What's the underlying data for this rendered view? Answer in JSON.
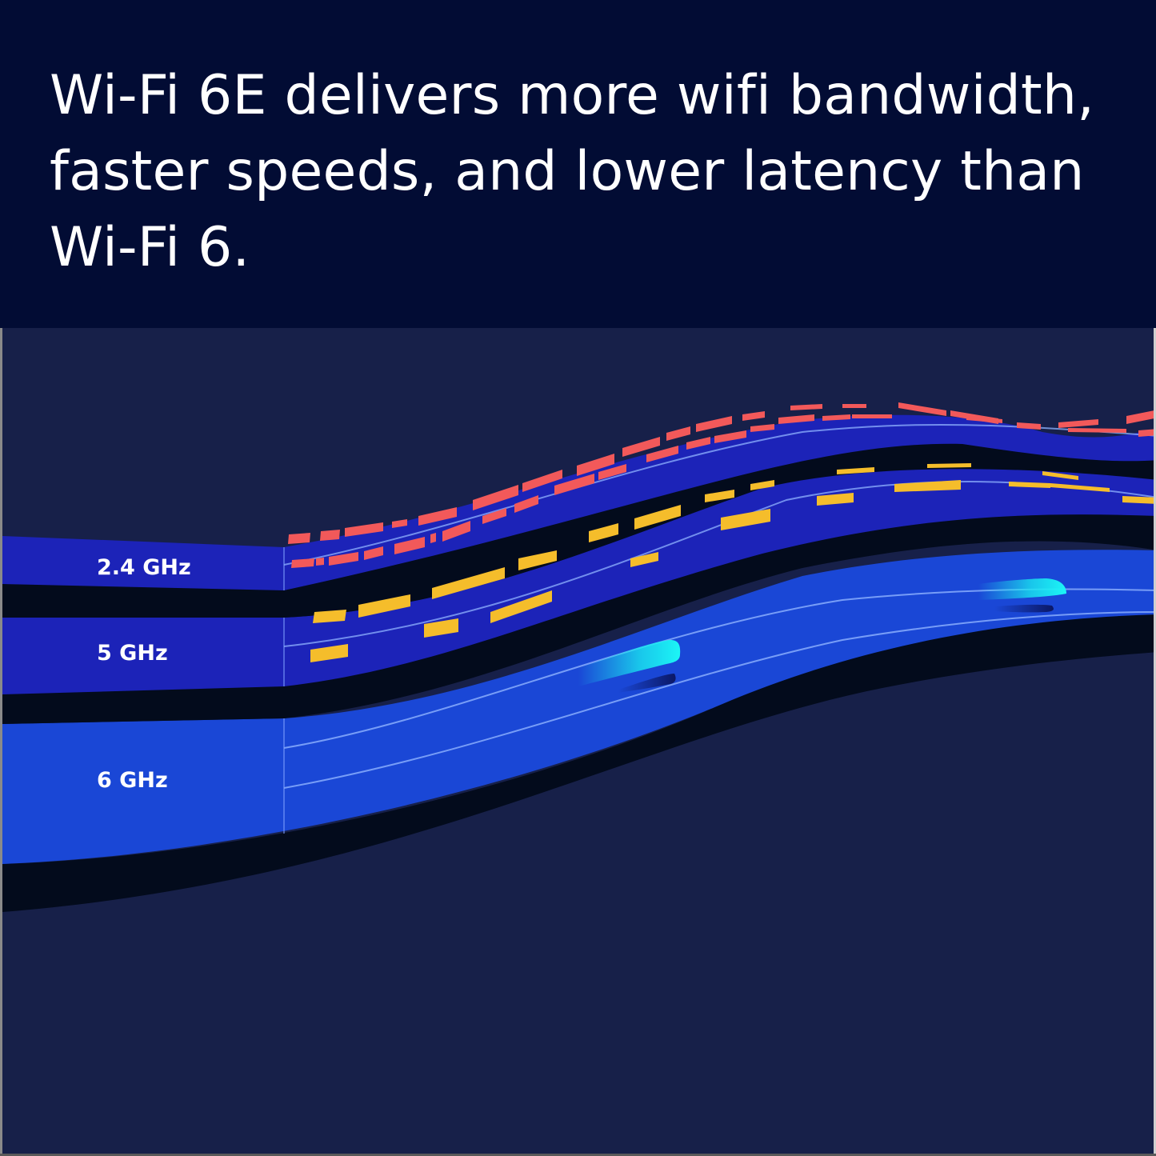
{
  "header": {
    "headline": "Wi-Fi 6E delivers more wifi bandwidth, faster speeds, and lower latency than Wi-Fi 6."
  },
  "diagram": {
    "bands": [
      {
        "label": "2.4 GHz",
        "color": "#1c23b8",
        "traffic_color": "#f2595a",
        "traffic": "congested"
      },
      {
        "label": "5 GHz",
        "color": "#1c23b8",
        "traffic_color": "#f5bd2b",
        "traffic": "moderate"
      },
      {
        "label": "6 GHz",
        "color": "#1a47d6",
        "traffic_color": "#19e6f0",
        "traffic": "clear"
      }
    ],
    "colors": {
      "header_bg": "#020c34",
      "canvas_bg": "#172049",
      "shadow": "#030b1c",
      "lane_line": "#8fb3ff"
    }
  }
}
